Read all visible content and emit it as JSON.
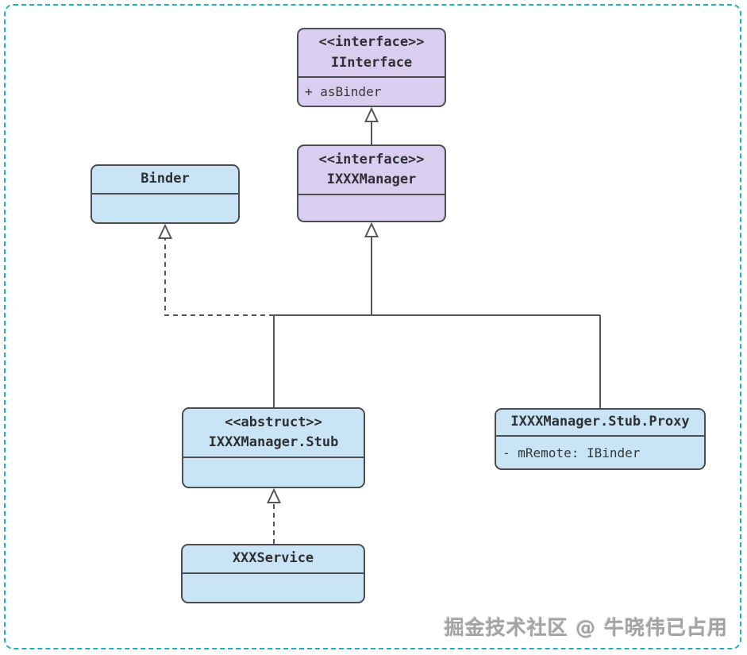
{
  "diagram": {
    "kind": "uml-class-diagram",
    "colors": {
      "background": "#ffffff",
      "frame_border": "#18b1c4",
      "interface_fill": "#d9cdf0",
      "class_fill": "#c9e4f5",
      "box_border": "#4a4e52",
      "edge_line": "#54585c",
      "text": "#2e3033",
      "watermark_text": "#a3a3a3"
    },
    "nodes": [
      {
        "id": "iinterface",
        "stereotype": "<<interface>>",
        "name": "IInterface",
        "members": [
          "+ asBinder"
        ]
      },
      {
        "id": "ixxxmanager",
        "stereotype": "<<interface>>",
        "name": "IXXXManager",
        "members": []
      },
      {
        "id": "binder",
        "stereotype": "",
        "name": "Binder",
        "members": []
      },
      {
        "id": "stub",
        "stereotype": "<<abstruct>>",
        "name": "IXXXManager.Stub",
        "members": []
      },
      {
        "id": "proxy",
        "stereotype": "",
        "name": "IXXXManager.Stub.Proxy",
        "members": [
          "- mRemote: IBinder"
        ]
      },
      {
        "id": "xxxservice",
        "stereotype": "",
        "name": "XXXService",
        "members": []
      }
    ],
    "edges": [
      {
        "from": "IXXXManager",
        "to": "IInterface",
        "line": "solid",
        "arrow": "hollow-triangle"
      },
      {
        "from": "IXXXManager.Stub",
        "to": "IXXXManager",
        "line": "solid",
        "arrow": "hollow-triangle"
      },
      {
        "from": "IXXXManager.Stub.Proxy",
        "to": "IXXXManager",
        "line": "solid",
        "arrow": "hollow-triangle"
      },
      {
        "from": "IXXXManager.Stub",
        "to": "Binder",
        "line": "dashed",
        "arrow": "hollow-triangle"
      },
      {
        "from": "XXXService",
        "to": "IXXXManager.Stub",
        "line": "dashed",
        "arrow": "hollow-triangle"
      }
    ],
    "watermark": "掘金技术社区 @ 牛晓伟已占用"
  }
}
